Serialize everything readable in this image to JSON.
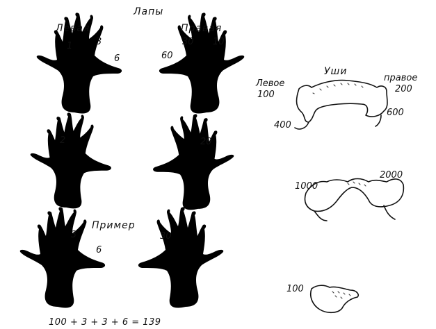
{
  "headings": {
    "paws": "Лапы",
    "left_paw": "Левая",
    "right_paw": "Правая",
    "ears": "Уши",
    "left_ear": "Левое",
    "right_ear": "правое",
    "example": "Пример"
  },
  "paw_marks": {
    "left_1": "1",
    "left_3": "3",
    "left_6": "6",
    "right_30": "30",
    "right_10": "10",
    "right_60": "60",
    "left_2": "2",
    "right_20": "20"
  },
  "ear_marks": {
    "left_100": "100",
    "right_200": "200",
    "left_400": "400",
    "right_600": "600",
    "left_1000": "1000",
    "right_2000": "2000",
    "example_100": "100"
  },
  "example_marks": {
    "left_3": "3",
    "left_6": "6",
    "right_30": "30"
  },
  "formula": "100 + 3 + 3 + 6 = 139"
}
